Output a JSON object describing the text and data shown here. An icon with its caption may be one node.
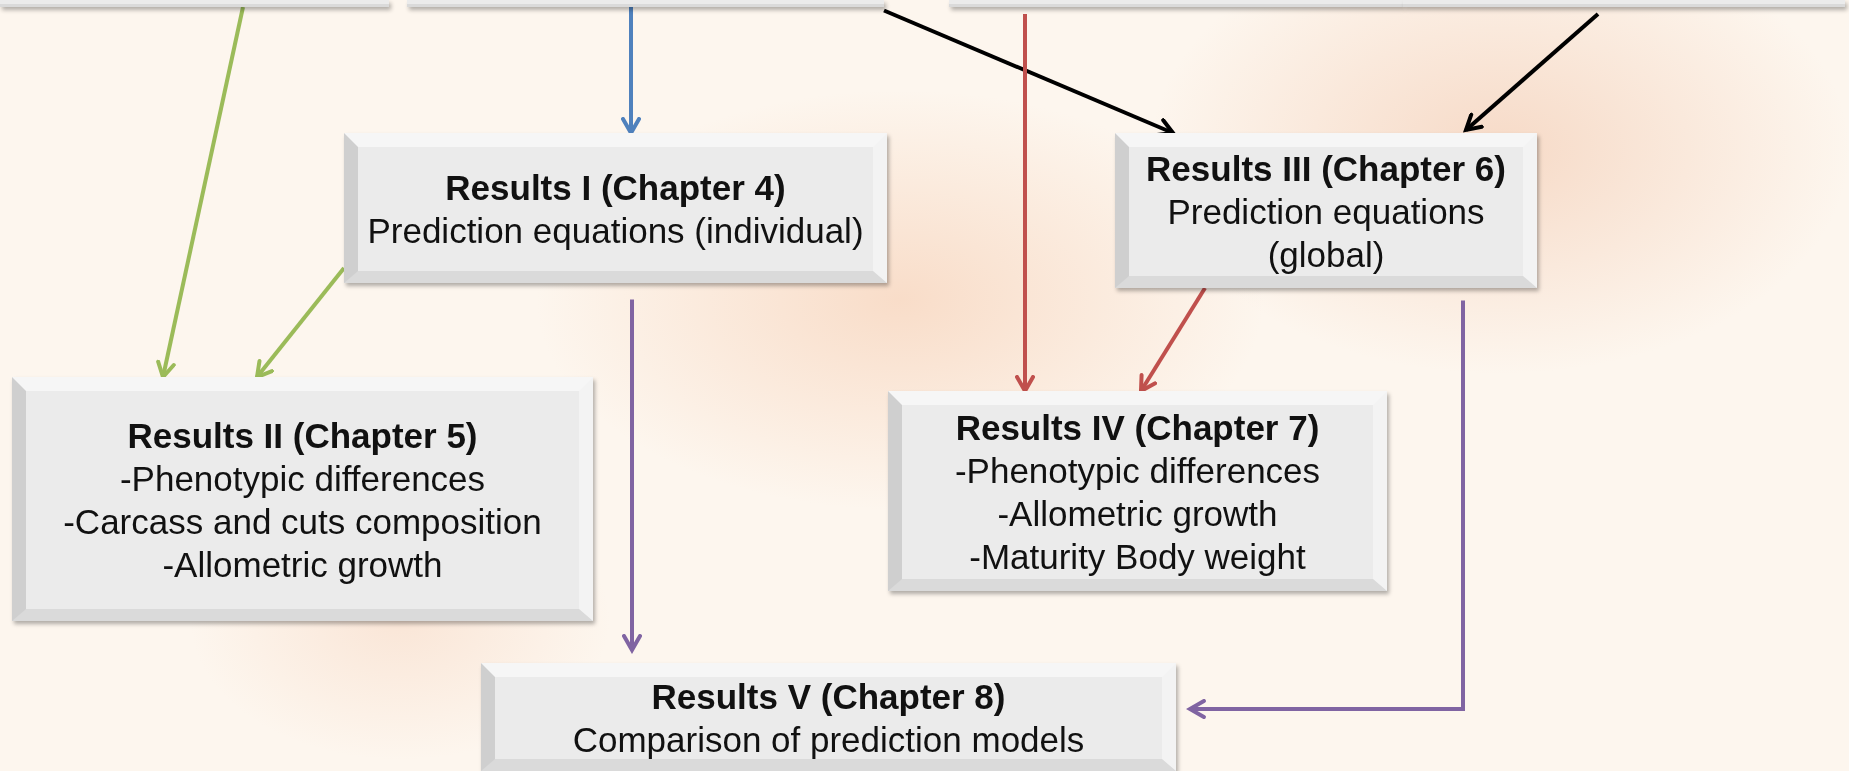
{
  "diagram": {
    "nodes": [
      {
        "text": [],
        "shape": "box"
      },
      {
        "text": [],
        "shape": "box"
      },
      {
        "text": [],
        "shape": "box"
      },
      {
        "text": [],
        "shape": "box"
      },
      {
        "text": [
          "Results I (Chapter 4)",
          "Prediction equations (individual)"
        ]
      },
      {
        "text": [
          "Results III (Chapter 6)",
          "Prediction equations (global)"
        ]
      },
      {
        "text": [
          "Results II (Chapter 5)",
          "-Phenotypic differences",
          "-Carcass and cuts composition",
          "-Allometric growth"
        ]
      },
      {
        "text": [
          "Results IV (Chapter 7)",
          "-Phenotypic differences",
          "-Allometric growth",
          "-Maturity Body weight"
        ]
      },
      {
        "text": [
          "Results V (Chapter 8)",
          "Comparison of prediction models"
        ]
      }
    ],
    "edges": [
      {
        "from": 0,
        "to": 6,
        "arrow": "to",
        "color": "#9bbb59"
      },
      {
        "from": 4,
        "to": 6,
        "arrow": "to",
        "color": "#9bbb59"
      },
      {
        "from": 1,
        "to": 4,
        "arrow": "to",
        "color": "#4f81bd"
      },
      {
        "from": 1,
        "to": 5,
        "arrow": "to",
        "color": "#000000"
      },
      {
        "from": 3,
        "to": 5,
        "arrow": "to",
        "color": "#000000"
      },
      {
        "from": 2,
        "to": 7,
        "arrow": "to",
        "color": "#c0504d"
      },
      {
        "from": 5,
        "to": 7,
        "arrow": "to",
        "color": "#c0504d"
      },
      {
        "from": 4,
        "to": 8,
        "arrow": "to",
        "color": "#8064a2"
      },
      {
        "from": 5,
        "to": 8,
        "arrow": "to",
        "color": "#8064a2"
      }
    ]
  }
}
